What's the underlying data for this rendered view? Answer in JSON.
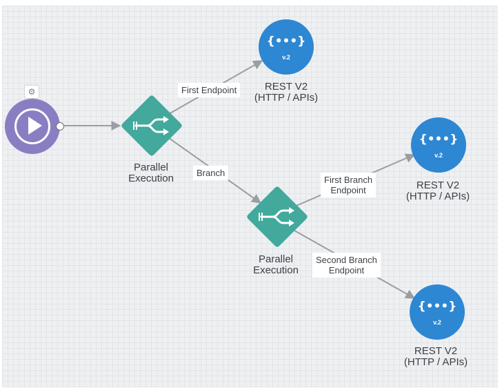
{
  "nodes": {
    "start": {
      "icon": "play-icon"
    },
    "parallel_1": {
      "icon": "parallel-split-icon",
      "label": [
        "Parallel",
        "Execution"
      ]
    },
    "parallel_2": {
      "icon": "parallel-split-icon",
      "label": [
        "Parallel",
        "Execution"
      ]
    },
    "rest_1": {
      "icon": "braces-icon",
      "glyph": "{•••}",
      "version": "v.2",
      "label": [
        "REST V2",
        "(HTTP / APIs)"
      ]
    },
    "rest_2": {
      "icon": "braces-icon",
      "glyph": "{•••}",
      "version": "v.2",
      "label": [
        "REST V2",
        "(HTTP / APIs)"
      ]
    },
    "rest_3": {
      "icon": "braces-icon",
      "glyph": "{•••}",
      "version": "v.2",
      "label": [
        "REST V2",
        "(HTTP / APIs)"
      ]
    }
  },
  "edges": {
    "first_endpoint": [
      "First Endpoint"
    ],
    "branch": [
      "Branch"
    ],
    "first_branch_endpoint": [
      "First Branch",
      "Endpoint"
    ],
    "second_branch_endpoint": [
      "Second Branch",
      "Endpoint"
    ]
  },
  "toolbar": {
    "settings_icon": "gear-icon",
    "settings_glyph": "⚙"
  },
  "colors": {
    "start": "#8a7ec3",
    "parallel": "#42a99c",
    "rest": "#2d87d3",
    "connector": "#9a9ea2"
  }
}
